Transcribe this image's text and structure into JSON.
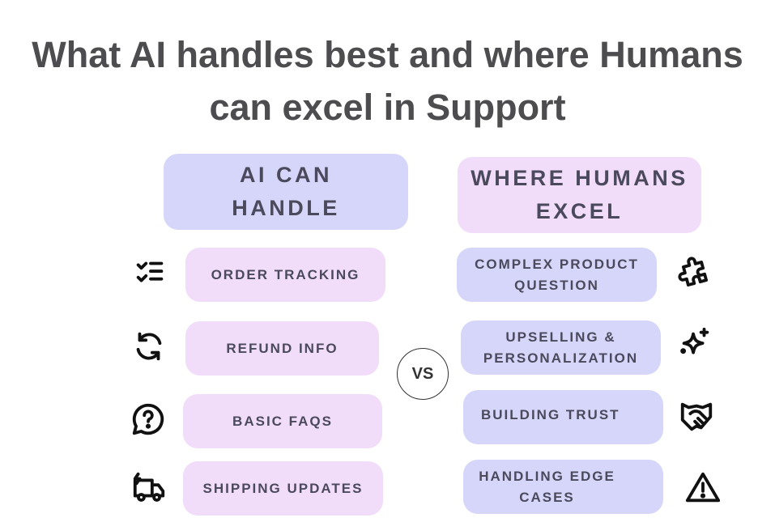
{
  "title": {
    "line1": "What AI handles best and where Humans",
    "line2": "can excel in Support"
  },
  "ai_column": {
    "header": "AI CAN HANDLE",
    "items": [
      {
        "label": "ORDER TRACKING",
        "icon": "checklist-icon"
      },
      {
        "label": "REFUND INFO",
        "icon": "refresh-icon"
      },
      {
        "label": "BASIC FAQS",
        "icon": "question-bubble-icon"
      },
      {
        "label": "SHIPPING UPDATES",
        "icon": "delivery-truck-icon"
      }
    ]
  },
  "human_column": {
    "header": "WHERE HUMANS EXCEL",
    "items": [
      {
        "label": "COMPLEX PRODUCT QUESTION",
        "icon": "puzzle-icon"
      },
      {
        "label": "UPSELLING & PERSONALIZATION",
        "icon": "sparkle-icon"
      },
      {
        "label": "BUILDING TRUST",
        "icon": "handshake-icon"
      },
      {
        "label": "HANDLING EDGE CASES",
        "icon": "warning-icon"
      }
    ]
  },
  "vs_label": "VS",
  "colors": {
    "blue": "#d6d5fa",
    "pink": "#f1dcfa",
    "text": "#4a4a5c"
  }
}
